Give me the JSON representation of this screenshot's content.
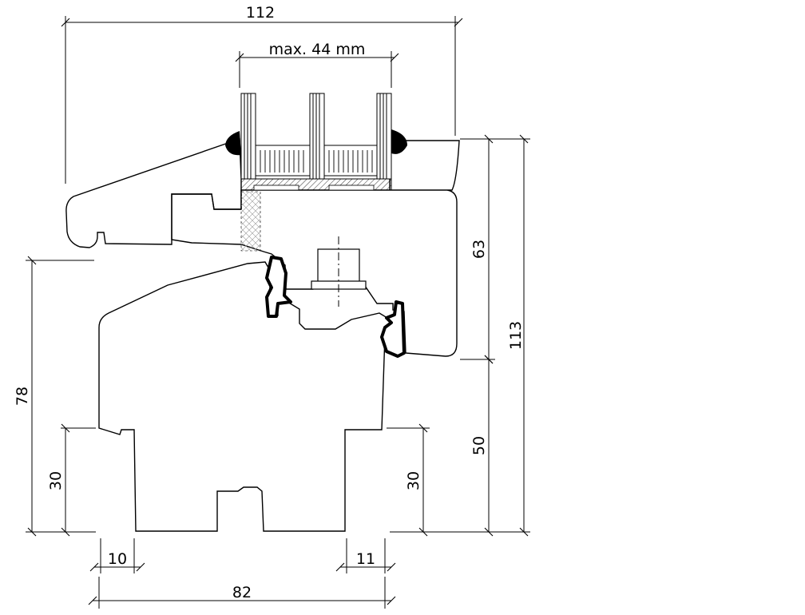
{
  "dimensions": {
    "overall_width": "112",
    "glass_thickness": "max. 44 mm",
    "sash_height": "63",
    "overall_height": "113",
    "frame_height": "78",
    "frame_lower": "50",
    "left_step": "30",
    "right_step": "30",
    "left_width": "10",
    "right_width": "11",
    "frame_width": "82"
  },
  "colors": {
    "line": "#000000",
    "background": "#ffffff"
  }
}
